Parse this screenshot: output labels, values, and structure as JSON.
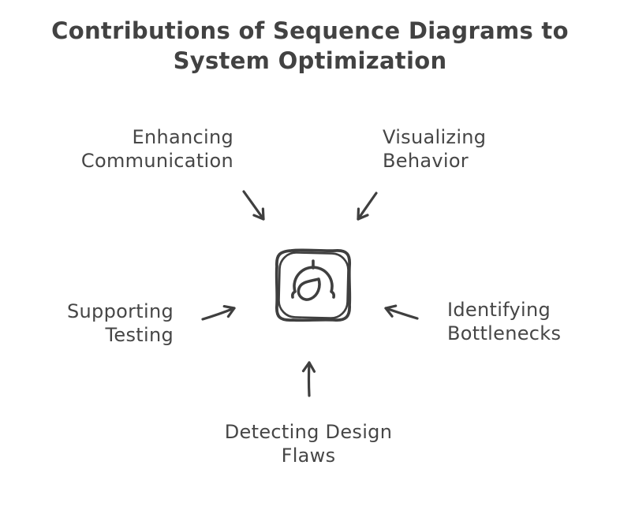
{
  "title": {
    "lines": [
      "Contributions of Sequence Diagrams to",
      "System Optimization"
    ]
  },
  "nodes": {
    "enhancing_communication": {
      "lines": [
        "Enhancing",
        "Communication"
      ]
    },
    "visualizing_behavior": {
      "lines": [
        "Visualizing",
        "Behavior"
      ]
    },
    "supporting_testing": {
      "lines": [
        "Supporting",
        "Testing"
      ]
    },
    "identifying_bottlenecks": {
      "lines": [
        "Identifying",
        "Bottlenecks"
      ]
    },
    "detecting_design_flaws": {
      "lines": [
        "Detecting Design",
        "Flaws"
      ]
    }
  },
  "center": {
    "icon": "gauge-icon"
  },
  "arrows": [
    {
      "from": "enhancing_communication",
      "to": "center-gauge"
    },
    {
      "from": "visualizing_behavior",
      "to": "center-gauge"
    },
    {
      "from": "supporting_testing",
      "to": "center-gauge"
    },
    {
      "from": "identifying_bottlenecks",
      "to": "center-gauge"
    },
    {
      "from": "detecting_design_flaws",
      "to": "center-gauge"
    }
  ],
  "colors": {
    "background": "#ffffff",
    "title_text": "#424242",
    "label_text": "#464646",
    "stroke": "#3f3f3f"
  }
}
